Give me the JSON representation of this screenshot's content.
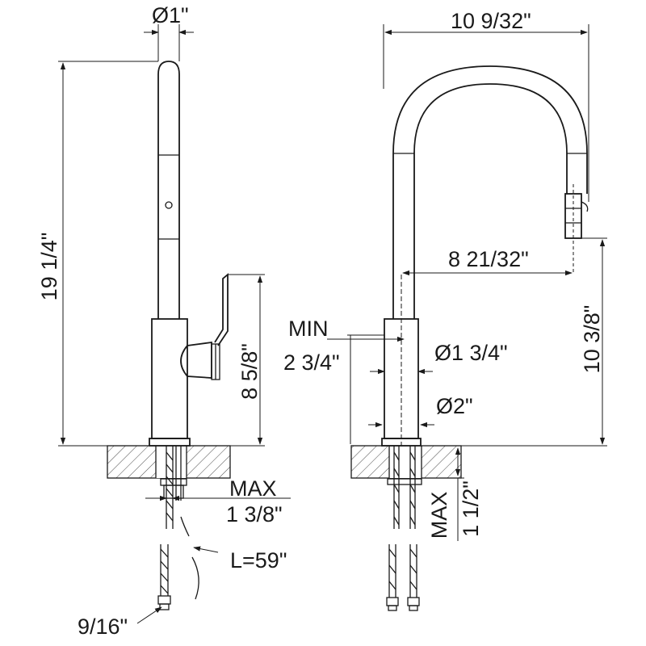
{
  "dimensions": {
    "pipe_diameter": "Ø1\"",
    "total_height": "19 1/4\"",
    "handle_height": "8 5/8\"",
    "max_label_left": "MAX",
    "deck_max_thickness": "1 3/8\"",
    "hose_length": "L=59\"",
    "fitting_size": "9/16\"",
    "spout_width": "10 9/32\"",
    "spout_reach": "8 21/32\"",
    "min_label": "MIN",
    "min_clearance": "2 3/4\"",
    "body_diameter": "Ø1 3/4\"",
    "base_diameter": "Ø2\"",
    "spout_height": "10 3/8\"",
    "max_label_right": "MAX",
    "right_max_thickness": "1 1/2\""
  }
}
